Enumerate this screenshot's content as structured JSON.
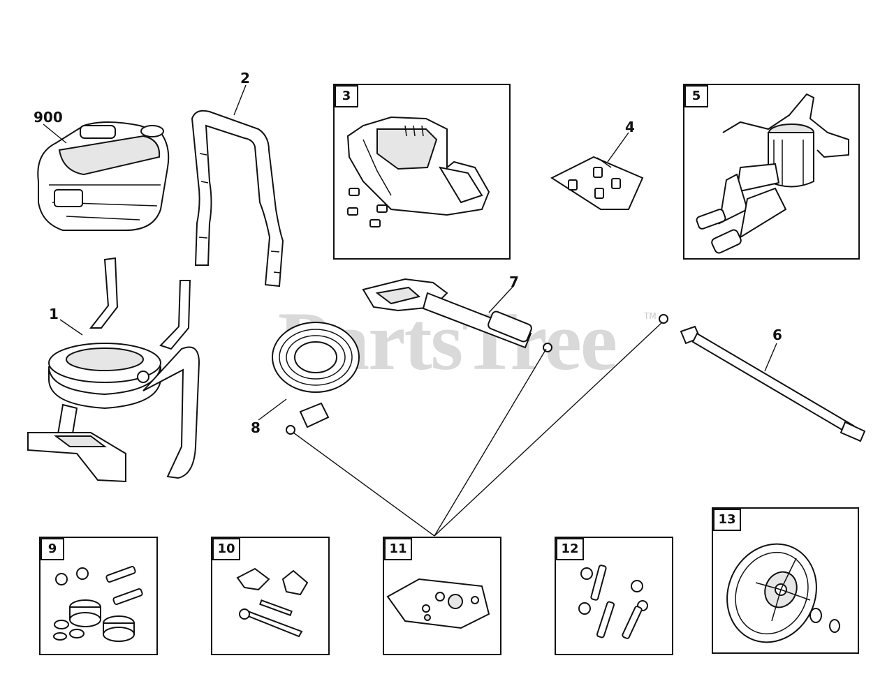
{
  "watermark": {
    "text": "PartsTree",
    "mark": "TM"
  },
  "callouts": {
    "p900": "900",
    "p1": "1",
    "p2": "2",
    "p4": "4",
    "p6": "6",
    "p7": "7",
    "p8": "8"
  },
  "boxes": {
    "p3": "3",
    "p5": "5",
    "p9": "9",
    "p10": "10",
    "p11": "11",
    "p12": "12",
    "p13": "13"
  }
}
